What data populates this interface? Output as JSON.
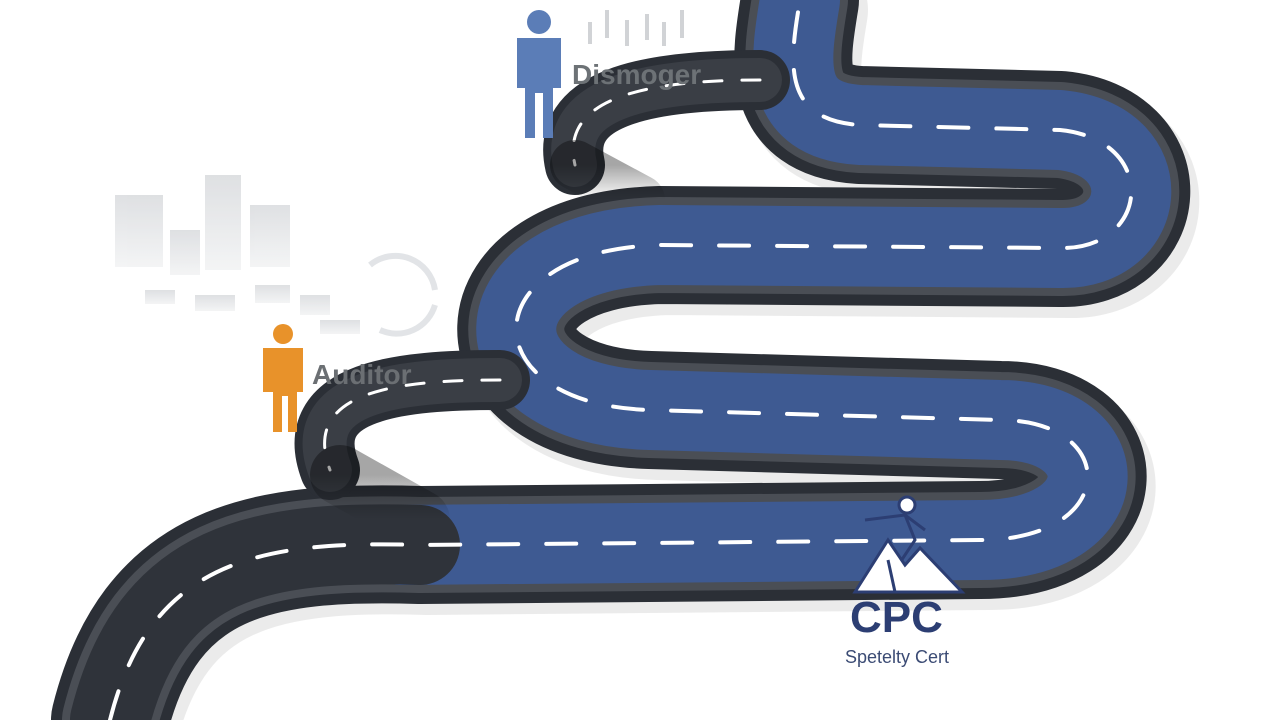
{
  "labels": {
    "top_person": "Dismoger",
    "mid_person": "Auditor",
    "badge_letters": "CPC",
    "badge_caption": "Spetelty Cert"
  },
  "colors": {
    "road_dark": "#2b2f36",
    "road_edge": "#3c4046",
    "road_blue": "#3e5a92",
    "lane_dash": "#ffffff",
    "person_top": "#5b7db7",
    "person_mid": "#e8922a",
    "city_gray": "#cfd2d6",
    "badge_text": "#2c3e73"
  },
  "icons": {
    "person_top": "person-icon",
    "person_mid": "person-icon",
    "climber": "climber-icon",
    "mountain": "mountain-icon",
    "city": "city-skyline-icon",
    "cycle": "cycle-arrows-icon"
  }
}
